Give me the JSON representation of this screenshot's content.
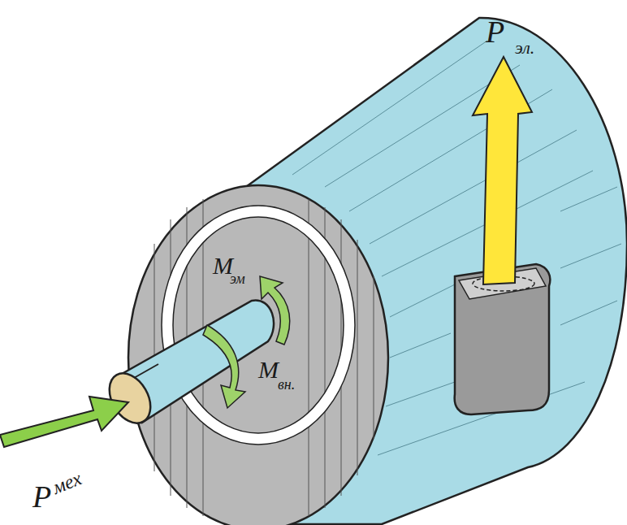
{
  "diagram": {
    "labels": [
      "P",
      "эл.",
      "M",
      "эм",
      "M",
      "вн.",
      "P",
      "мех"
    ]
  }
}
